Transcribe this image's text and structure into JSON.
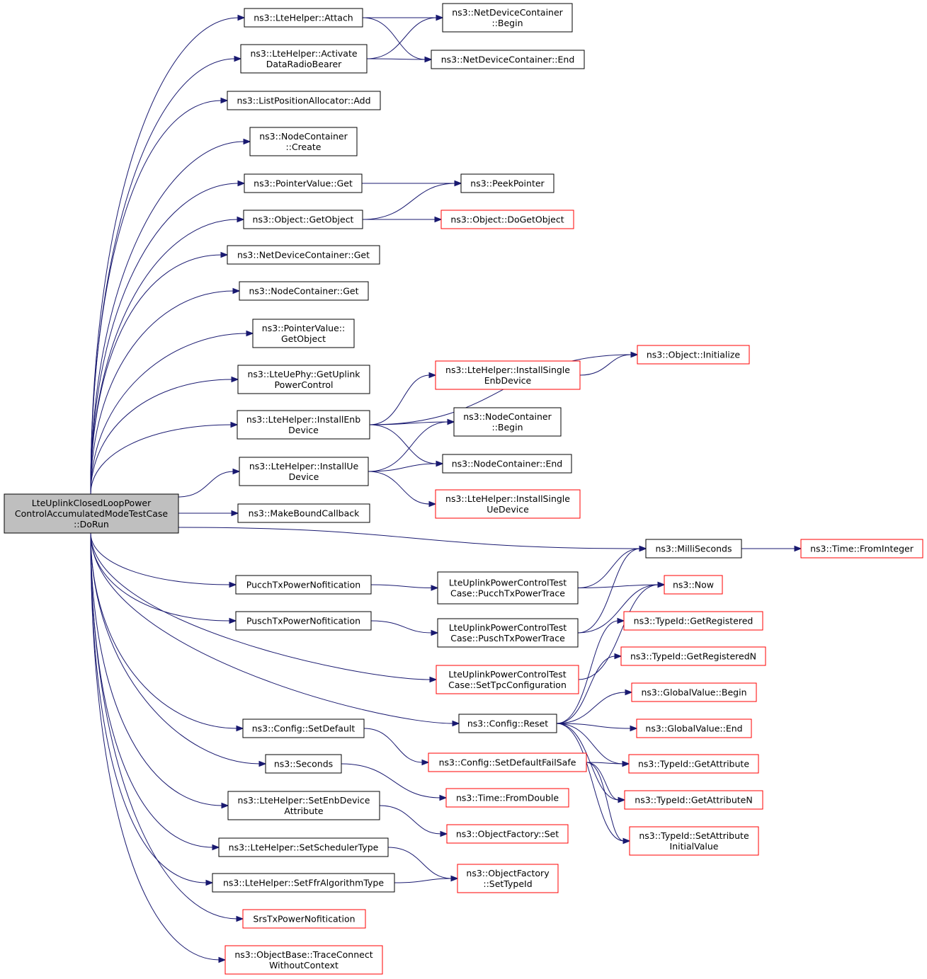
{
  "colors": {
    "edge": "#191970",
    "root_fill": "#bfbfbf",
    "normal_border": "#000000",
    "truncated_border": "#ff0000"
  },
  "nodes": [
    {
      "id": "root",
      "lines": [
        "LteUplinkClosedLoopPower",
        "ControlAccumulatedModeTestCase",
        "::DoRun"
      ],
      "style": "root"
    },
    {
      "id": "attach",
      "lines": [
        "ns3::LteHelper::Attach"
      ],
      "style": "normal"
    },
    {
      "id": "activate",
      "lines": [
        "ns3::LteHelper::Activate",
        "DataRadioBearer"
      ],
      "style": "normal"
    },
    {
      "id": "listadd",
      "lines": [
        "ns3::ListPositionAllocator::Add"
      ],
      "style": "normal"
    },
    {
      "id": "nccreate",
      "lines": [
        "ns3::NodeContainer",
        "::Create"
      ],
      "style": "normal"
    },
    {
      "id": "pvget",
      "lines": [
        "ns3::PointerValue::Get"
      ],
      "style": "normal"
    },
    {
      "id": "objget",
      "lines": [
        "ns3::Object::GetObject"
      ],
      "style": "normal"
    },
    {
      "id": "ndcget",
      "lines": [
        "ns3::NetDeviceContainer::Get"
      ],
      "style": "normal"
    },
    {
      "id": "ncget",
      "lines": [
        "ns3::NodeContainer::Get"
      ],
      "style": "normal"
    },
    {
      "id": "pvgetobj",
      "lines": [
        "ns3::PointerValue::",
        "GetObject"
      ],
      "style": "normal"
    },
    {
      "id": "uephy",
      "lines": [
        "ns3::LteUePhy::GetUplink",
        "PowerControl"
      ],
      "style": "normal"
    },
    {
      "id": "installenb",
      "lines": [
        "ns3::LteHelper::InstallEnb",
        "Device"
      ],
      "style": "normal"
    },
    {
      "id": "installue",
      "lines": [
        "ns3::LteHelper::InstallUe",
        "Device"
      ],
      "style": "normal"
    },
    {
      "id": "makebound",
      "lines": [
        "ns3::MakeBoundCallback"
      ],
      "style": "normal"
    },
    {
      "id": "pucchnotif",
      "lines": [
        "PucchTxPowerNofitication"
      ],
      "style": "normal"
    },
    {
      "id": "puschnotif",
      "lines": [
        "PuschTxPowerNofitication"
      ],
      "style": "normal"
    },
    {
      "id": "setdefault",
      "lines": [
        "ns3::Config::SetDefault"
      ],
      "style": "normal"
    },
    {
      "id": "seconds",
      "lines": [
        "ns3::Seconds"
      ],
      "style": "normal"
    },
    {
      "id": "setenbattr",
      "lines": [
        "ns3::LteHelper::SetEnbDevice",
        "Attribute"
      ],
      "style": "normal"
    },
    {
      "id": "setsched",
      "lines": [
        "ns3::LteHelper::SetSchedulerType"
      ],
      "style": "normal"
    },
    {
      "id": "setffr",
      "lines": [
        "ns3::LteHelper::SetFfrAlgorithmType"
      ],
      "style": "normal"
    },
    {
      "id": "srsnotif",
      "lines": [
        "SrsTxPowerNofitication"
      ],
      "style": "truncated"
    },
    {
      "id": "traceconnect",
      "lines": [
        "ns3::ObjectBase::TraceConnect",
        "WithoutContext"
      ],
      "style": "truncated"
    },
    {
      "id": "ndcbegin",
      "lines": [
        "ns3::NetDeviceContainer",
        "::Begin"
      ],
      "style": "normal"
    },
    {
      "id": "ndcend",
      "lines": [
        "ns3::NetDeviceContainer::End"
      ],
      "style": "normal"
    },
    {
      "id": "peek",
      "lines": [
        "ns3::PeekPointer"
      ],
      "style": "normal"
    },
    {
      "id": "dogetobj",
      "lines": [
        "ns3::Object::DoGetObject"
      ],
      "style": "truncated"
    },
    {
      "id": "initialize",
      "lines": [
        "ns3::Object::Initialize"
      ],
      "style": "truncated"
    },
    {
      "id": "installsingleenb",
      "lines": [
        "ns3::LteHelper::InstallSingle",
        "EnbDevice"
      ],
      "style": "truncated"
    },
    {
      "id": "ncbegin",
      "lines": [
        "ns3::NodeContainer",
        "::Begin"
      ],
      "style": "normal"
    },
    {
      "id": "ncend",
      "lines": [
        "ns3::NodeContainer::End"
      ],
      "style": "normal"
    },
    {
      "id": "installsingleue",
      "lines": [
        "ns3::LteHelper::InstallSingle",
        "UeDevice"
      ],
      "style": "truncated"
    },
    {
      "id": "milli",
      "lines": [
        "ns3::MilliSeconds"
      ],
      "style": "normal"
    },
    {
      "id": "frominteger",
      "lines": [
        "ns3::Time::FromInteger"
      ],
      "style": "truncated"
    },
    {
      "id": "pucchtrace",
      "lines": [
        "LteUplinkPowerControlTest",
        "Case::PucchTxPowerTrace"
      ],
      "style": "normal"
    },
    {
      "id": "puschtrace",
      "lines": [
        "LteUplinkPowerControlTest",
        "Case::PuschTxPowerTrace"
      ],
      "style": "normal"
    },
    {
      "id": "settpc",
      "lines": [
        "LteUplinkPowerControlTest",
        "Case::SetTpcConfiguration"
      ],
      "style": "truncated"
    },
    {
      "id": "now",
      "lines": [
        "ns3::Now"
      ],
      "style": "truncated"
    },
    {
      "id": "reset",
      "lines": [
        "ns3::Config::Reset"
      ],
      "style": "normal"
    },
    {
      "id": "failsafe",
      "lines": [
        "ns3::Config::SetDefaultFailSafe"
      ],
      "style": "truncated"
    },
    {
      "id": "fromdouble",
      "lines": [
        "ns3::Time::FromDouble"
      ],
      "style": "truncated"
    },
    {
      "id": "ofset",
      "lines": [
        "ns3::ObjectFactory::Set"
      ],
      "style": "truncated"
    },
    {
      "id": "ofsettype",
      "lines": [
        "ns3::ObjectFactory",
        "::SetTypeId"
      ],
      "style": "truncated"
    },
    {
      "id": "getregistered",
      "lines": [
        "ns3::TypeId::GetRegistered"
      ],
      "style": "truncated"
    },
    {
      "id": "getregisteredn",
      "lines": [
        "ns3::TypeId::GetRegisteredN"
      ],
      "style": "truncated"
    },
    {
      "id": "gvbegin",
      "lines": [
        "ns3::GlobalValue::Begin"
      ],
      "style": "truncated"
    },
    {
      "id": "gvend",
      "lines": [
        "ns3::GlobalValue::End"
      ],
      "style": "truncated"
    },
    {
      "id": "getattr",
      "lines": [
        "ns3::TypeId::GetAttribute"
      ],
      "style": "truncated"
    },
    {
      "id": "getattrn",
      "lines": [
        "ns3::TypeId::GetAttributeN"
      ],
      "style": "truncated"
    },
    {
      "id": "setattrinit",
      "lines": [
        "ns3::TypeId::SetAttribute",
        "InitialValue"
      ],
      "style": "truncated"
    }
  ],
  "edges": [
    [
      "root",
      "attach"
    ],
    [
      "root",
      "activate"
    ],
    [
      "root",
      "listadd"
    ],
    [
      "root",
      "nccreate"
    ],
    [
      "root",
      "pvget"
    ],
    [
      "root",
      "objget"
    ],
    [
      "root",
      "ndcget"
    ],
    [
      "root",
      "ncget"
    ],
    [
      "root",
      "pvgetobj"
    ],
    [
      "root",
      "uephy"
    ],
    [
      "root",
      "installenb"
    ],
    [
      "root",
      "installue"
    ],
    [
      "root",
      "makebound"
    ],
    [
      "root",
      "milli"
    ],
    [
      "root",
      "pucchnotif"
    ],
    [
      "root",
      "puschnotif"
    ],
    [
      "root",
      "settpc"
    ],
    [
      "root",
      "reset"
    ],
    [
      "root",
      "setdefault"
    ],
    [
      "root",
      "seconds"
    ],
    [
      "root",
      "setenbattr"
    ],
    [
      "root",
      "setsched"
    ],
    [
      "root",
      "setffr"
    ],
    [
      "root",
      "srsnotif"
    ],
    [
      "root",
      "traceconnect"
    ],
    [
      "attach",
      "ndcbegin"
    ],
    [
      "attach",
      "ndcend"
    ],
    [
      "activate",
      "ndcbegin"
    ],
    [
      "activate",
      "ndcend"
    ],
    [
      "pvget",
      "peek"
    ],
    [
      "objget",
      "peek"
    ],
    [
      "objget",
      "dogetobj"
    ],
    [
      "installenb",
      "initialize"
    ],
    [
      "installenb",
      "installsingleenb"
    ],
    [
      "installenb",
      "ncbegin"
    ],
    [
      "installenb",
      "ncend"
    ],
    [
      "installsingleenb",
      "initialize"
    ],
    [
      "installue",
      "ncbegin"
    ],
    [
      "installue",
      "ncend"
    ],
    [
      "installue",
      "installsingleue"
    ],
    [
      "milli",
      "frominteger"
    ],
    [
      "pucchnotif",
      "pucchtrace"
    ],
    [
      "puschnotif",
      "puschtrace"
    ],
    [
      "pucchtrace",
      "milli"
    ],
    [
      "pucchtrace",
      "now"
    ],
    [
      "puschtrace",
      "milli"
    ],
    [
      "puschtrace",
      "now"
    ],
    [
      "settpc",
      "now"
    ],
    [
      "reset",
      "getregistered"
    ],
    [
      "reset",
      "getregisteredn"
    ],
    [
      "reset",
      "gvbegin"
    ],
    [
      "reset",
      "gvend"
    ],
    [
      "reset",
      "getattr"
    ],
    [
      "reset",
      "getattrn"
    ],
    [
      "reset",
      "setattrinit"
    ],
    [
      "setdefault",
      "failsafe"
    ],
    [
      "failsafe",
      "getattr"
    ],
    [
      "failsafe",
      "getattrn"
    ],
    [
      "failsafe",
      "setattrinit"
    ],
    [
      "seconds",
      "fromdouble"
    ],
    [
      "setenbattr",
      "ofset"
    ],
    [
      "setsched",
      "ofsettype"
    ],
    [
      "setffr",
      "ofsettype"
    ]
  ]
}
